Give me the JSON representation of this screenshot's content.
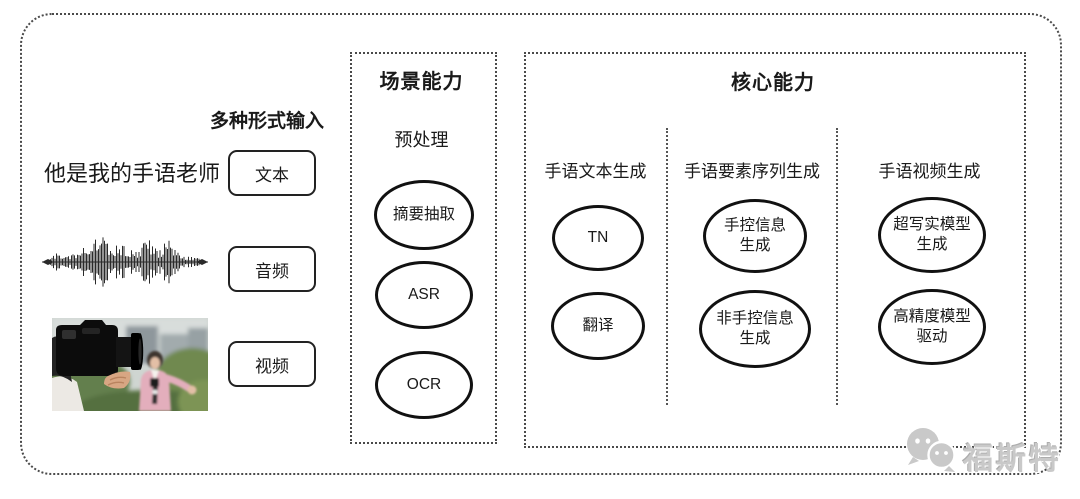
{
  "colors": {
    "ink": "#1a1a1a",
    "border_dots": "#4a4a4a",
    "watermark_gray": "#c9c9c9"
  },
  "input_section": {
    "header": "多种形式输入",
    "sentence": "他是我的手语老师",
    "input_types": [
      {
        "label": "文本"
      },
      {
        "label": "音频"
      },
      {
        "label": "视频"
      }
    ],
    "icons": [
      "audio-waveform",
      "video-sample-photo"
    ]
  },
  "scene_box": {
    "title": "场景能力",
    "stage_label": "预处理",
    "nodes": [
      {
        "label": "摘要抽取"
      },
      {
        "label": "ASR"
      },
      {
        "label": "OCR"
      }
    ]
  },
  "core_box": {
    "title": "核心能力",
    "columns": [
      {
        "header": "手语文本生成",
        "nodes": [
          {
            "line1": "TN",
            "line2": ""
          },
          {
            "line1": "翻译",
            "line2": ""
          }
        ]
      },
      {
        "header": "手语要素序列生成",
        "nodes": [
          {
            "line1": "手控信息",
            "line2": "生成"
          },
          {
            "line1": "非手控信息",
            "line2": "生成"
          }
        ]
      },
      {
        "header": "手语视频生成",
        "nodes": [
          {
            "line1": "超写实模型",
            "line2": "生成"
          },
          {
            "line1": "高精度模型",
            "line2": "驱动"
          }
        ]
      }
    ]
  },
  "watermark": {
    "brand": "福斯特",
    "logo": "wechat-bubbles-icon"
  }
}
